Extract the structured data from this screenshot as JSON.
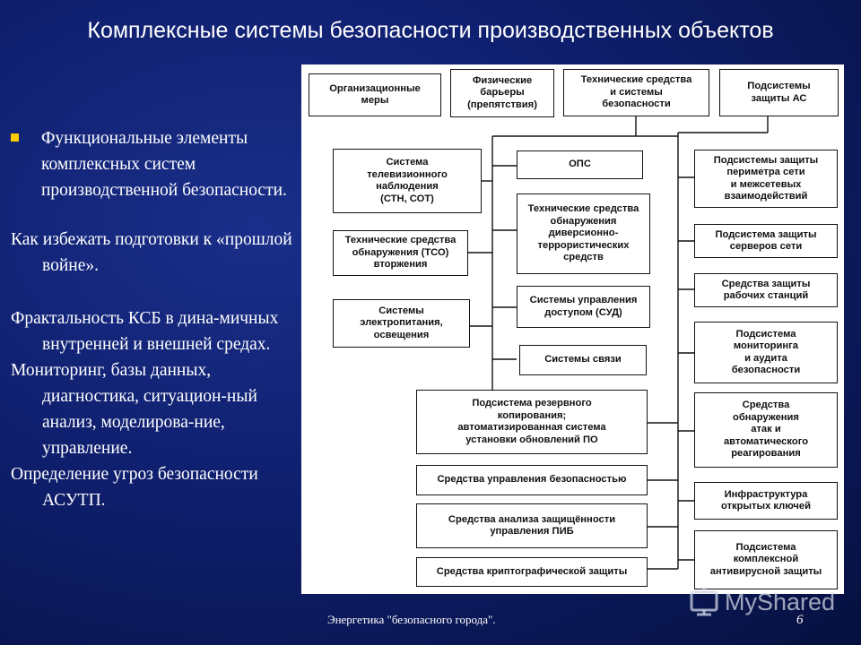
{
  "title": "Комплексные системы безопасности производственных объектов",
  "left_text": {
    "bullet": "Функциональные элементы комплексных систем производственной безопасности.",
    "p1": "Как избежать подготовки к «прошлой войне».",
    "p2": "Фрактальность КСБ в дина-мичных внутренней и внешней средах.",
    "p3": "Мониторинг, базы данных, диагностика, ситуацион-ный анализ, моделирова-ние, управление.",
    "p4": "Определение угроз безопасности АСУТП."
  },
  "diagram": {
    "top_boxes": [
      "Организационные\nмеры",
      "Физические\nбарьеры\n(препятствия)",
      "Технические средства\nи системы\nбезопасности",
      "Подсистемы\nзащиты АС"
    ],
    "left_column": [
      "Система\nтелевизионного\nнаблюдения\n(СТН, СОТ)",
      "Технические средства\nобнаружения (ТСО)\nвторжения",
      "Системы\nэлектропитания,\nосвещения"
    ],
    "middle_column": [
      "ОПС",
      "Технические средства\nобнаружения\nдиверсионно-\nтеррористических\nсредств",
      "Системы управления\nдоступом (СУД)",
      "Системы связи"
    ],
    "right_column": [
      "Подсистемы защиты\nпериметра сети\nи межсетевых\nвзаимодействий",
      "Подсистема защиты\nсерверов сети",
      "Средства защиты\nрабочих станций",
      "Подсистема\nмониторинга\nи аудита\nбезопасности",
      "Средства\nобнаружения\nатак и\nавтоматического\nреагирования",
      "Инфраструктура\nоткрытых ключей",
      "Подсистема\nкомплексной\nантивирусной защиты"
    ],
    "bottom_column": [
      "Подсистема резервного\nкопирования;\nавтоматизированная система\nустановки обновлений ПО",
      "Средства управления безопасностью",
      "Средства анализа защищённости\nуправления ПИБ",
      "Средства криптографической защиты"
    ]
  },
  "footer": "Энергетика \"безопасного города\".",
  "page_number": "6",
  "watermark": "MyShared"
}
